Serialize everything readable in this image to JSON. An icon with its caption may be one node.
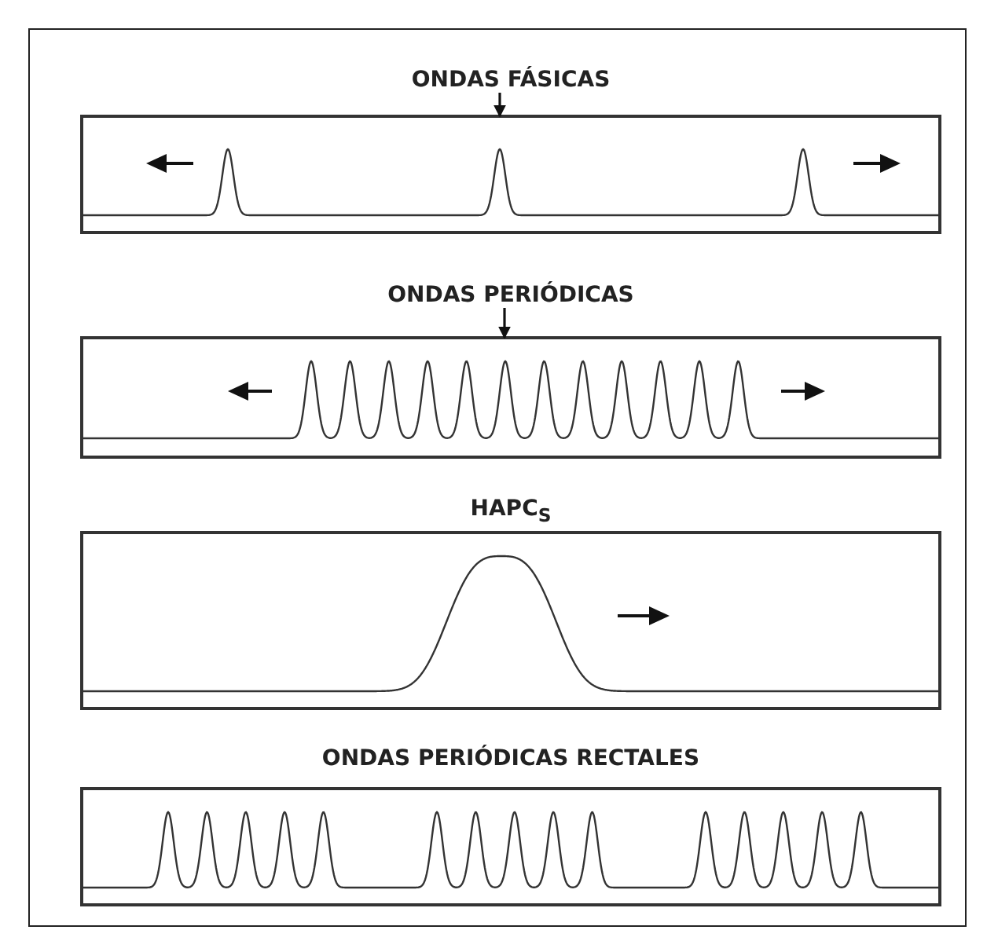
{
  "diagram": {
    "nodes": [
      {
        "text": [
          "ONDAS FÁSICAS"
        ]
      },
      {
        "text": [],
        "shape": "box"
      },
      {
        "text": [
          "ONDAS PERIÓDICAS"
        ]
      },
      {
        "text": [],
        "shape": "box"
      },
      {
        "text": [
          "HAPC$_{S}$"
        ]
      },
      {
        "text": [],
        "shape": "box"
      },
      {
        "text": [
          "ONDAS PERIÓDICAS RECTALES"
        ]
      },
      {
        "text": [],
        "shape": "box"
      }
    ],
    "edges": [
      {
        "from": 0,
        "to": 1,
        "arrow": "to"
      },
      {
        "from": 2,
        "to": 3,
        "arrow": "to"
      }
    ]
  }
}
